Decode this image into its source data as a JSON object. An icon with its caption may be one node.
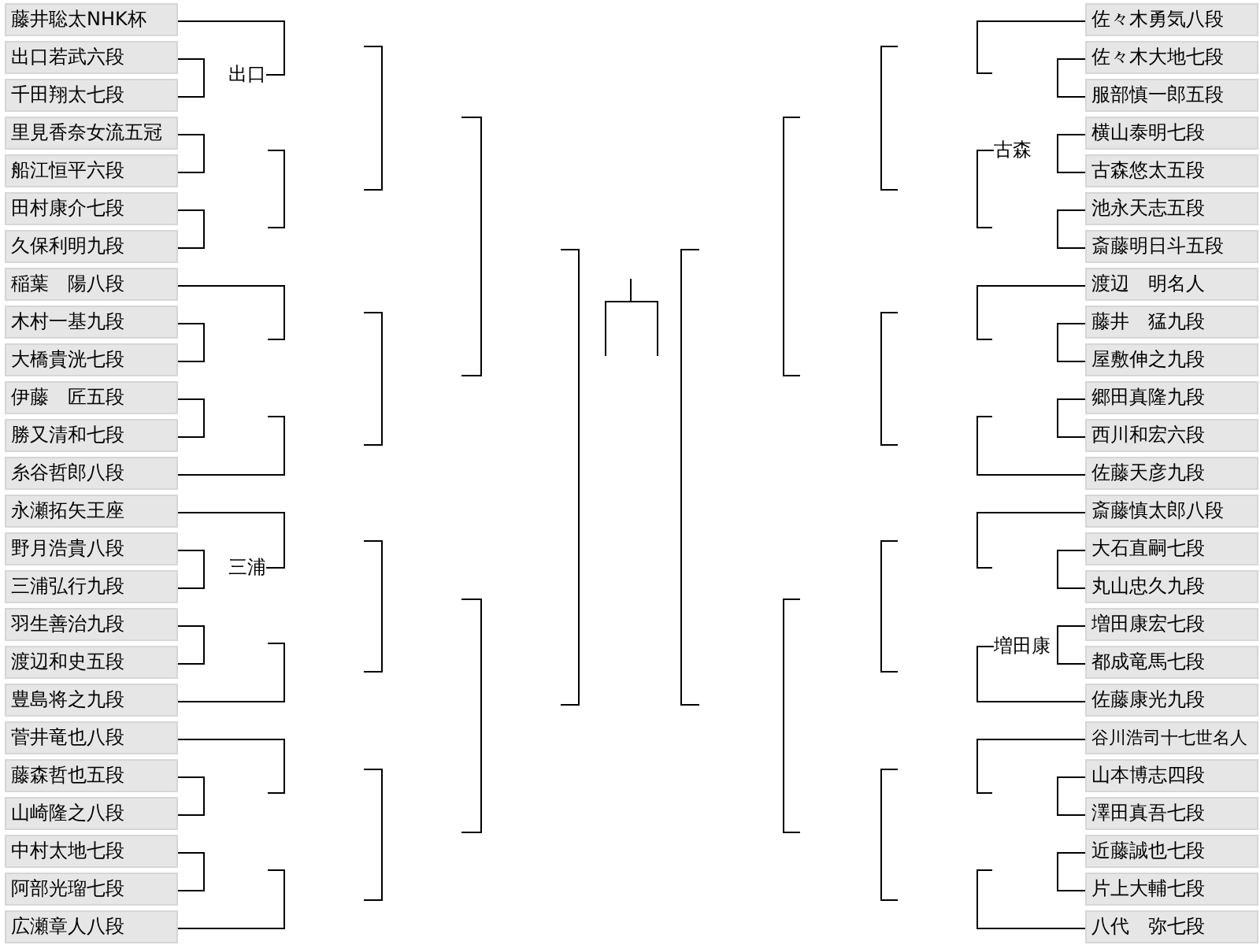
{
  "diagram": {
    "nodes": [
      {
        "text": [
          "藤井聡太NHK杯"
        ]
      },
      {
        "text": [
          "出口若武六段"
        ]
      },
      {
        "text": [
          "千田翔太七段"
        ]
      },
      {
        "text": [
          "里見香奈女流五冠"
        ]
      },
      {
        "text": [
          "船江恒平六段"
        ]
      },
      {
        "text": [
          "田村康介七段"
        ]
      },
      {
        "text": [
          "久保利明九段"
        ]
      },
      {
        "text": [
          "稲葉　陽八段"
        ]
      },
      {
        "text": [
          "木村一基九段"
        ]
      },
      {
        "text": [
          "大橋貴洸七段"
        ]
      },
      {
        "text": [
          "伊藤　匠五段"
        ]
      },
      {
        "text": [
          "勝又清和七段"
        ]
      },
      {
        "text": [
          "糸谷哲郎八段"
        ]
      },
      {
        "text": [
          "永瀬拓矢王座"
        ]
      },
      {
        "text": [
          "野月浩貴八段"
        ]
      },
      {
        "text": [
          "三浦弘行九段"
        ]
      },
      {
        "text": [
          "羽生善治九段"
        ]
      },
      {
        "text": [
          "渡辺和史五段"
        ]
      },
      {
        "text": [
          "豊島将之九段"
        ]
      },
      {
        "text": [
          "菅井竜也八段"
        ]
      },
      {
        "text": [
          "藤森哲也五段"
        ]
      },
      {
        "text": [
          "山崎隆之八段"
        ]
      },
      {
        "text": [
          "中村太地七段"
        ]
      },
      {
        "text": [
          "阿部光瑠七段"
        ]
      },
      {
        "text": [
          "広瀬章人八段"
        ]
      },
      {
        "text": [
          "出口"
        ]
      },
      {
        "text": [
          "三浦"
        ]
      },
      {
        "text": [
          "佐々木勇気八段"
        ]
      },
      {
        "text": [
          "佐々木大地七段"
        ]
      },
      {
        "text": [
          "服部慎一郎五段"
        ]
      },
      {
        "text": [
          "横山泰明七段"
        ]
      },
      {
        "text": [
          "古森悠太五段"
        ]
      },
      {
        "text": [
          "池永天志五段"
        ]
      },
      {
        "text": [
          "斎藤明日斗五段"
        ]
      },
      {
        "text": [
          "渡辺　明名人"
        ]
      },
      {
        "text": [
          "藤井　猛九段"
        ]
      },
      {
        "text": [
          "屋敷伸之九段"
        ]
      },
      {
        "text": [
          "郷田真隆九段"
        ]
      },
      {
        "text": [
          "西川和宏六段"
        ]
      },
      {
        "text": [
          "佐藤天彦九段"
        ]
      },
      {
        "text": [
          "斎藤慎太郎八段"
        ]
      },
      {
        "text": [
          "大石直嗣七段"
        ]
      },
      {
        "text": [
          "丸山忠久九段"
        ]
      },
      {
        "text": [
          "増田康宏七段"
        ]
      },
      {
        "text": [
          "都成竜馬七段"
        ]
      },
      {
        "text": [
          "佐藤康光九段"
        ]
      },
      {
        "text": [
          "谷川浩司十七世名人"
        ]
      },
      {
        "text": [
          "山本博志四段"
        ]
      },
      {
        "text": [
          "澤田真吾七段"
        ]
      },
      {
        "text": [
          "近藤誠也七段"
        ]
      },
      {
        "text": [
          "片上大輔七段"
        ]
      },
      {
        "text": [
          "八代　弥七段"
        ]
      },
      {
        "text": [
          "古森"
        ]
      },
      {
        "text": [
          "増田康"
        ]
      }
    ],
    "edges": [
      {
        "from": 0,
        "to": 25,
        "arrow": "none"
      },
      {
        "from": 1,
        "to": 2,
        "arrow": "none"
      },
      {
        "from": 3,
        "to": 4,
        "arrow": "none"
      },
      {
        "from": 5,
        "to": 6,
        "arrow": "none"
      },
      {
        "from": 7,
        "to": null,
        "arrow": "none"
      },
      {
        "from": 8,
        "to": 9,
        "arrow": "none"
      },
      {
        "from": 10,
        "to": 11,
        "arrow": "none"
      },
      {
        "from": 12,
        "to": null,
        "arrow": "none"
      },
      {
        "from": 13,
        "to": 26,
        "arrow": "none"
      },
      {
        "from": 14,
        "to": 15,
        "arrow": "none"
      },
      {
        "from": 16,
        "to": 17,
        "arrow": "none"
      },
      {
        "from": 18,
        "to": null,
        "arrow": "none"
      },
      {
        "from": 19,
        "to": null,
        "arrow": "none"
      },
      {
        "from": 20,
        "to": 21,
        "arrow": "none"
      },
      {
        "from": 22,
        "to": 23,
        "arrow": "none"
      },
      {
        "from": 24,
        "to": null,
        "arrow": "none"
      },
      {
        "from": 27,
        "to": null,
        "arrow": "none"
      },
      {
        "from": 28,
        "to": 29,
        "arrow": "none"
      },
      {
        "from": 30,
        "to": 31,
        "arrow": "none"
      },
      {
        "from": 52,
        "to": null,
        "arrow": "none"
      },
      {
        "from": 32,
        "to": 33,
        "arrow": "none"
      },
      {
        "from": 34,
        "to": null,
        "arrow": "none"
      },
      {
        "from": 35,
        "to": 36,
        "arrow": "none"
      },
      {
        "from": 37,
        "to": 38,
        "arrow": "none"
      },
      {
        "from": 39,
        "to": null,
        "arrow": "none"
      },
      {
        "from": 40,
        "to": null,
        "arrow": "none"
      },
      {
        "from": 41,
        "to": 42,
        "arrow": "none"
      },
      {
        "from": 43,
        "to": 44,
        "arrow": "none"
      },
      {
        "from": 45,
        "to": 53,
        "arrow": "none"
      },
      {
        "from": 46,
        "to": null,
        "arrow": "none"
      },
      {
        "from": 47,
        "to": 48,
        "arrow": "none"
      },
      {
        "from": 49,
        "to": 50,
        "arrow": "none"
      },
      {
        "from": 51,
        "to": null,
        "arrow": "none"
      }
    ]
  }
}
